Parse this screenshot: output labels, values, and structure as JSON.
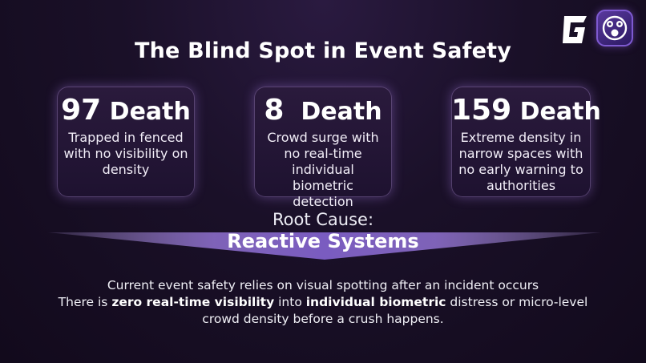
{
  "title": "The Blind Spot in Event Safety",
  "logos": {
    "brand": "G-logo-icon",
    "app": "app-crowd-icon",
    "accent": "#7e5ad0"
  },
  "cards": [
    {
      "number": "97",
      "unit": "Death",
      "description": "Trapped in fenced with no visibility on density"
    },
    {
      "number": "8",
      "unit": "Death",
      "description": "Crowd surge with no real-time individual biometric detection"
    },
    {
      "number": "159",
      "unit": "Death",
      "description": "Extreme density in narrow spaces with no early warning to authorities"
    }
  ],
  "root_cause": {
    "label": "Root Cause:",
    "headline": "Reactive Systems",
    "banner_color": "#8a6cc8"
  },
  "body": {
    "line1": "Current event safety relies on visual spotting after an incident occurs",
    "line2_prefix": "There is ",
    "line2_bold1": "zero real-time visibility",
    "line2_mid": " into ",
    "line2_bold2": "individual biometric",
    "line2_suffix": " distress or micro-level",
    "line3": "crowd density before a crush happens."
  }
}
